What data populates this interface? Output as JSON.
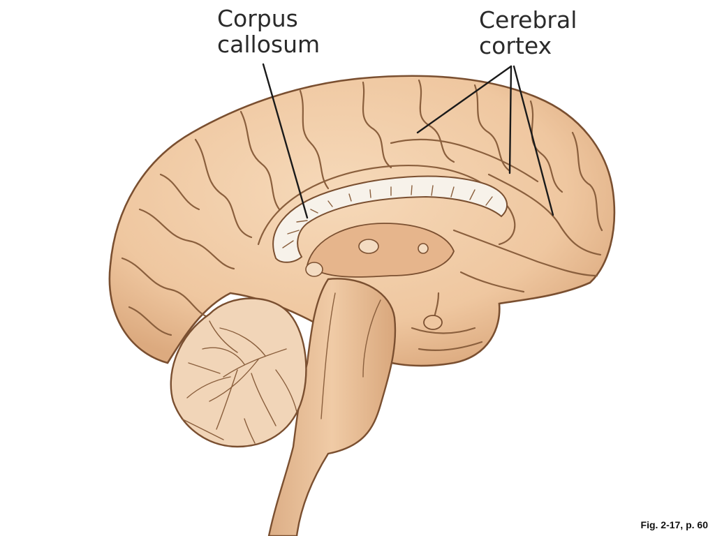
{
  "labels": {
    "corpus_callosum": [
      "Corpus",
      "callosum"
    ],
    "cerebral_cortex": [
      "Cerebral",
      "cortex"
    ]
  },
  "caption": "Fig. 2-17, p. 60",
  "colors": {
    "brain_fill": "#f1cda8",
    "brain_shadow": "#d9a77c",
    "outline": "#7a4f30",
    "stem_fill": "#e9c09a",
    "callosum_fill": "#f7f2ea",
    "leader_line": "#1a1a1a"
  }
}
